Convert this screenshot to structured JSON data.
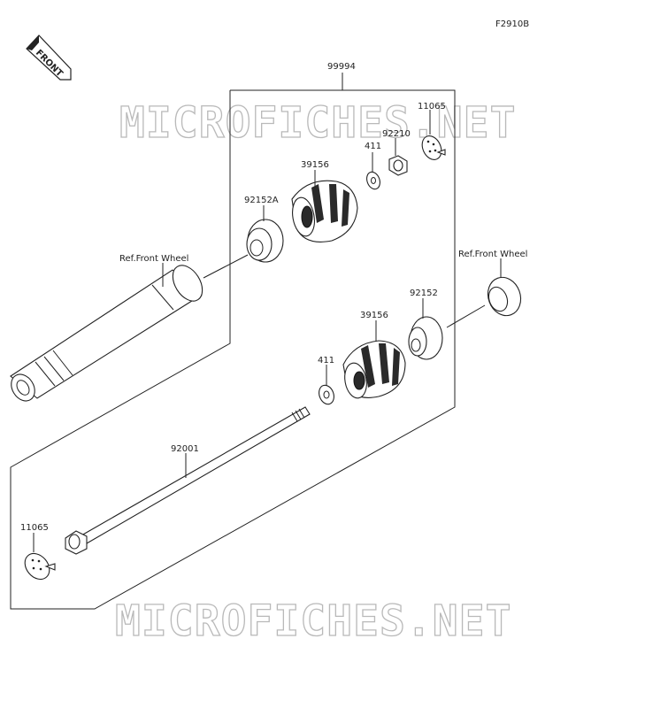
{
  "figure_id": "F2910B",
  "front_badge": "FRONT",
  "watermark_top": "MICROFICHES.NET",
  "watermark_bottom": "MICROFICHES.NET",
  "labels": {
    "assembly": "99994",
    "clip_top": "11065",
    "nut": "92210",
    "washer_top": "411",
    "slider_top": "39156",
    "spacer_top": "92152A",
    "ref_left": "Ref.Front Wheel",
    "ref_right": "Ref.Front Wheel",
    "spacer_bottom": "92152",
    "slider_bottom": "39156",
    "washer_bottom": "411",
    "bolt": "92001",
    "clip_bottom": "11065"
  }
}
